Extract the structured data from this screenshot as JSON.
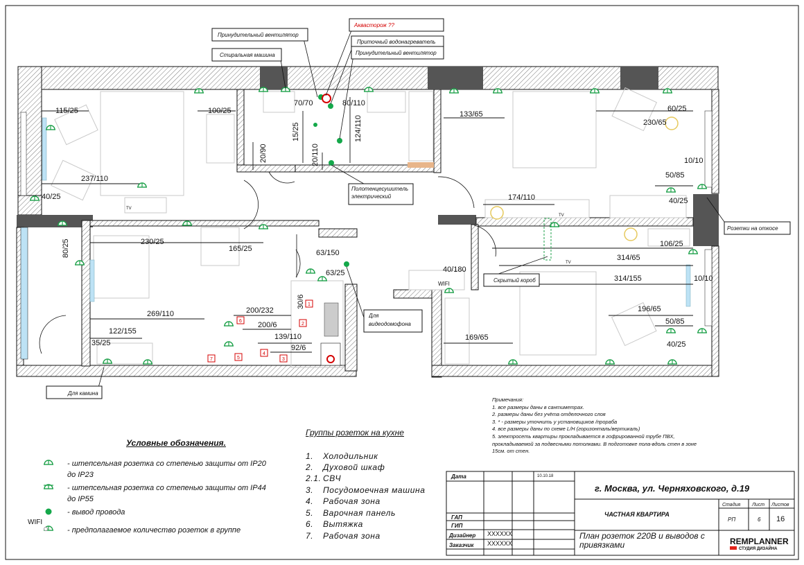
{
  "dims": {
    "d1": "115/25",
    "d2": "100/25",
    "d3": "70/70",
    "d4": "80/110",
    "d5": "133/65",
    "d6": "60/25",
    "d7": "230/65",
    "d8": "15/25",
    "d9": "124/110",
    "d10": "20/90",
    "d11": "20/110",
    "d12": "237/110",
    "d13": "10/10",
    "d14": "50/85",
    "d15": "40/25",
    "d16": "174/110",
    "d17": "40/25",
    "d18": "230/25",
    "d19": "165/25",
    "d20": "80/25",
    "d21": "106/25",
    "d22": "63/150",
    "d23": "314/65",
    "d24": "63/25",
    "d25": "40/180",
    "d26": "314/155",
    "d27": "10/10",
    "d28": "30/6",
    "d29": "200/232",
    "d30": "269/110",
    "d31": "196/65",
    "d32": "200/6",
    "d33": "50/85",
    "d34": "122/155",
    "d35": "139/110",
    "d36": "169/65",
    "d37": "35/25",
    "d38": "92/6",
    "d39": "40/25"
  },
  "callouts": {
    "c1": "Принудительный вентилятор",
    "c2": "Стиральная машина",
    "c3": "Аквасторож ??",
    "c4": "Приточный водонагреватель",
    "c5": "Принудительный вентилятор",
    "c6": "Полотенцесушитель электрический",
    "c7": "Розетки на откосе",
    "c8": "Скрытый короб",
    "c9": "Для видеодомофона",
    "c10": "Для камина"
  },
  "wifi": [
    "WIFI",
    "WIFI"
  ],
  "tv": [
    "TV",
    "TV",
    "TV"
  ],
  "groups": [
    "1",
    "2",
    "3",
    "4",
    "5",
    "6",
    "7"
  ],
  "legend": {
    "title": "Условные обозначения.",
    "items": [
      "- штепсельная розетка со степенью защиты от IP20 до IP23",
      "- штепсельная розетка со степенью защиты от IP44 до IP55",
      "- вывод провода",
      "- предполагаемое количество розеток в группе"
    ],
    "wifi_label": "WIFI"
  },
  "kitchen": {
    "title": "Группы розеток на кухне",
    "items": [
      {
        "num": "1.",
        "text": "Холодильник"
      },
      {
        "num": "2.",
        "text": "Духовой шкаф"
      },
      {
        "num": "2.1.",
        "text": "СВЧ"
      },
      {
        "num": "3.",
        "text": "Посудомоечная машина"
      },
      {
        "num": "4.",
        "text": "Рабочая зона"
      },
      {
        "num": "5.",
        "text": "Варочная панель"
      },
      {
        "num": "6.",
        "text": "Вытяжка"
      },
      {
        "num": "7.",
        "text": "Рабочая зона"
      }
    ]
  },
  "notes": {
    "title": "Примечания:",
    "items": [
      "1.  все размеры даны в сантиметрах.",
      "2.  размеры даны без учёта отделочного слоя",
      "3.  * - размеры уточнить у установщиков /прораба",
      "4. все размеры даны по схеме L/H  (горизонталь/вертикаль)",
      "5.  электросеть квартиры прокладывается в гофрированной трубе ПВХ, прокладываемой за подвесными потолками. В подготовке пола-вдоль стен в зоне 15см. от стен."
    ]
  },
  "titleblock": {
    "date_label": "Дата",
    "date_value": "10.10.18",
    "address": "г. Москва, ул. Черняховского, д.19",
    "stage_label": "Стадия",
    "sheet_label": "Лист",
    "sheets_label": "Листов",
    "project": "ЧАСТНАЯ КВАРТИРА",
    "stage": "РП",
    "sheet": "6",
    "sheets": "16",
    "gap": "ГАП",
    "gip": "ГИП",
    "designer_label": "Дизайнер",
    "designer_value": "XXXXXX",
    "client_label": "Заказчик",
    "client_value": "XXXXXX",
    "drawing_title": "План розеток 220В и выводов с привязками",
    "logo": "REMPLANNER",
    "logo_sub": "СТУДИЯ ДИЗАЙНА"
  },
  "colors": {
    "socket": "#1fa14b",
    "wire": "#14a84a",
    "accent": "#d40000",
    "logo_red": "#e2231a"
  }
}
